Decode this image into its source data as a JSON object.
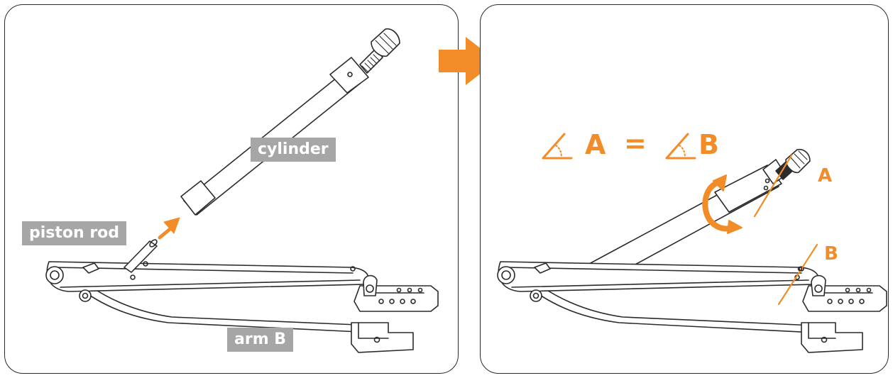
{
  "labels": {
    "cylinder": "cylinder",
    "piston_rod": "piston rod",
    "arm_b": "arm B"
  },
  "formula": {
    "left": "A",
    "equals": "=",
    "right": "B"
  },
  "markers": {
    "a": "A",
    "b": "B"
  },
  "colors": {
    "accent": "#f28c28",
    "label_bg": "#a6a6a6",
    "line": "#2b2b2b"
  },
  "icons": [
    "angle-icon",
    "rotate-arrow-icon",
    "right-arrow-icon",
    "insert-arrow-icon"
  ]
}
